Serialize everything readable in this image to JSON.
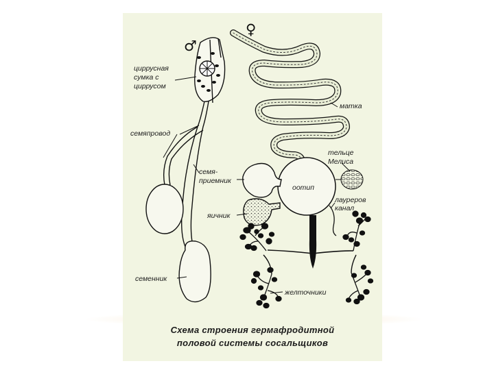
{
  "symbols": {
    "male": "♂",
    "female": "♀"
  },
  "labels": {
    "cirrus_sac": [
      "циррусная",
      "сумка   с",
      "циррусом"
    ],
    "vas_deferens": "семяпровод",
    "seminal_receptacle": [
      "семя-",
      "приемник"
    ],
    "ovary": "яичник",
    "testis": "семенник",
    "uterus": "матка",
    "mehlis_gland": [
      "тельце",
      "Мелиса"
    ],
    "ootype": "оотип",
    "laurer_canal": [
      "лауреров",
      "канал"
    ],
    "vitellaria": "желточники"
  },
  "caption": {
    "line1": "Схема строения гермафродитной",
    "line2": "половой системы сосальщиков"
  },
  "colors": {
    "panel": "#f2f5e2",
    "ink": "#111111"
  }
}
